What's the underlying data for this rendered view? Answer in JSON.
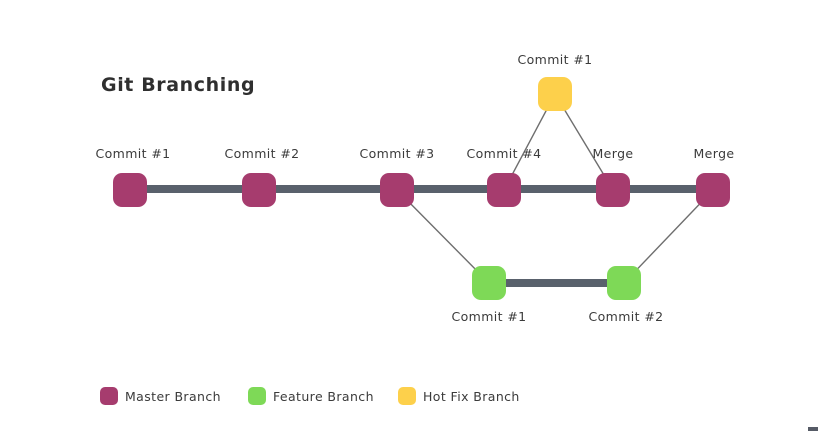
{
  "title": "Git Branching",
  "diagram": {
    "master": {
      "commits": [
        "Commit #1",
        "Commit #2",
        "Commit #3",
        "Commit #4",
        "Merge",
        "Merge"
      ],
      "color": "#a63c6e"
    },
    "feature": {
      "commits": [
        "Commit #1",
        "Commit #2"
      ],
      "color": "#7ed957"
    },
    "hotfix": {
      "commits": [
        "Commit #1"
      ],
      "color": "#fdd04b"
    },
    "timeline_color": "#59616c",
    "connector_color": "#6e6e6e"
  },
  "legend": {
    "items": [
      {
        "label": "Master Branch",
        "color": "#a63c6e"
      },
      {
        "label": "Feature Branch",
        "color": "#7ed957"
      },
      {
        "label": "Hot Fix Branch",
        "color": "#fdd04b"
      }
    ]
  }
}
